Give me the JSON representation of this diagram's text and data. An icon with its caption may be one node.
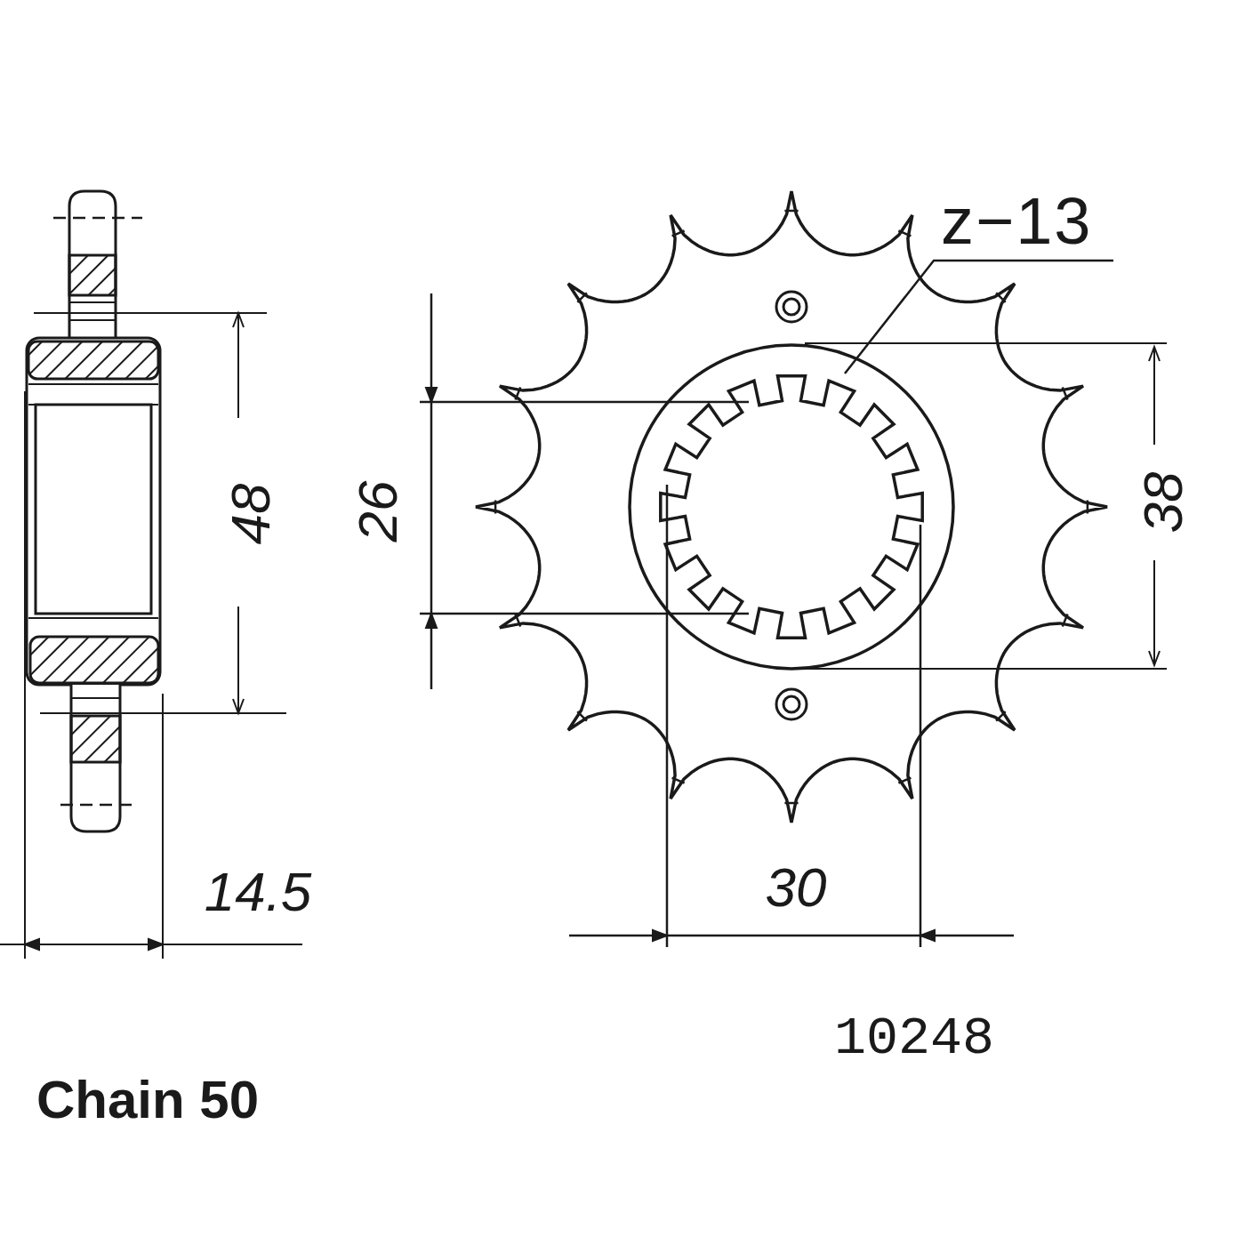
{
  "diagram": {
    "nodes": [
      {
        "text": [
          "z−13"
        ]
      },
      {
        "text": [],
        "shape": "picture"
      }
    ],
    "edges": [
      {
        "from": 0,
        "to": 1,
        "arrow": "none"
      }
    ],
    "labels": [
      "48",
      "26",
      "38",
      "14.5",
      "30",
      "10248",
      "Chain 50"
    ]
  }
}
